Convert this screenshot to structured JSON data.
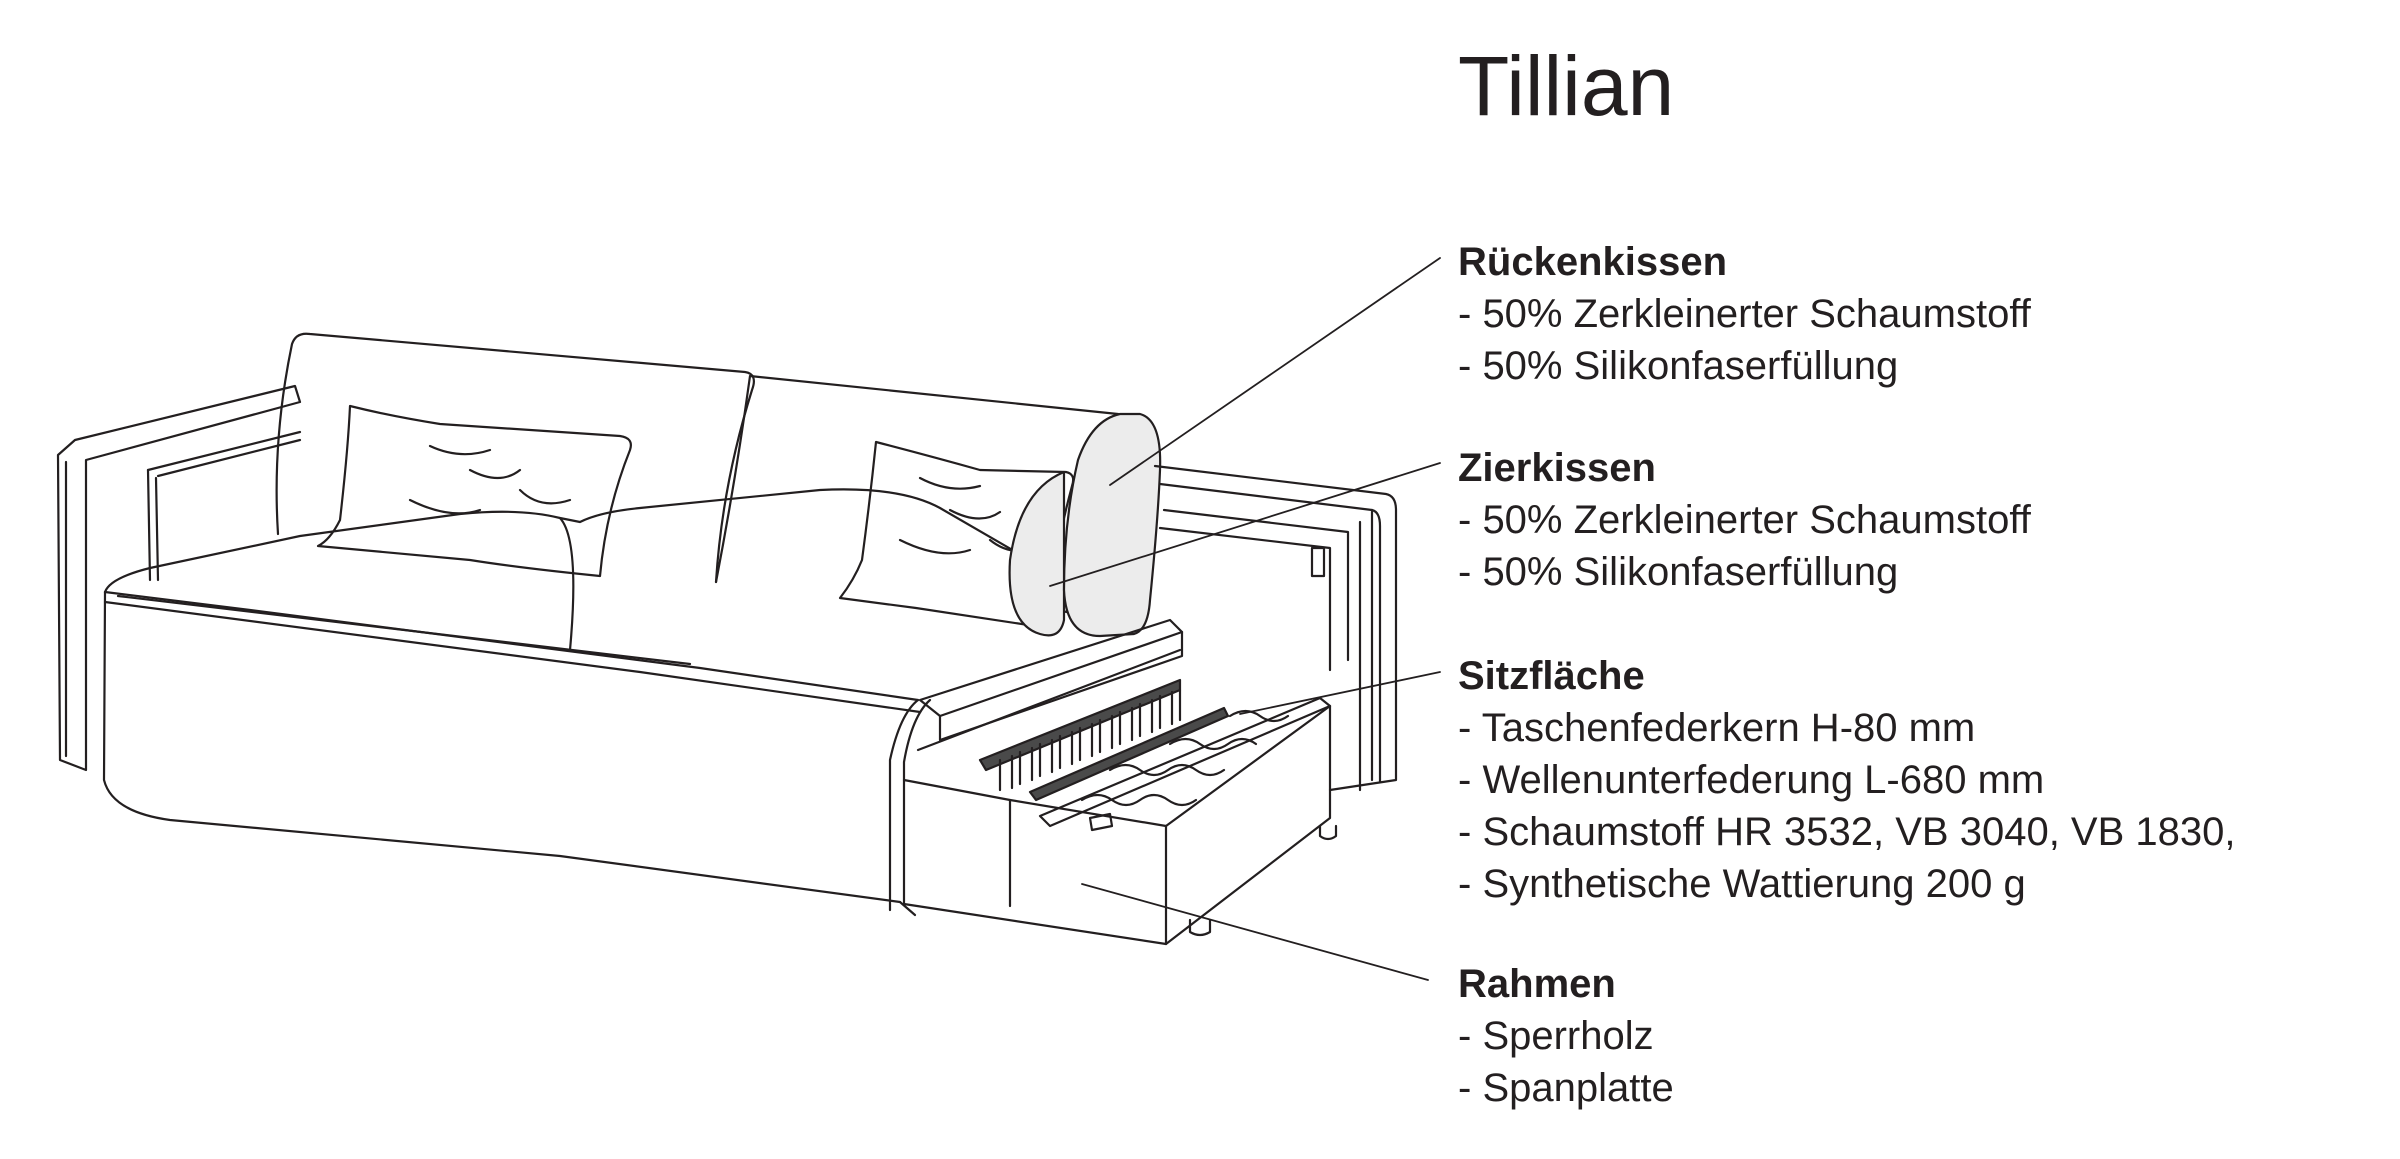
{
  "title": "Tillian",
  "sections": [
    {
      "heading": "Rückenkissen",
      "items": [
        "50% Zerkleinerter Schaumstoff",
        "50% Silikonfaserfüllung"
      ]
    },
    {
      "heading": "Zierkissen",
      "items": [
        "50% Zerkleinerter Schaumstoff",
        "50% Silikonfaserfüllung"
      ]
    },
    {
      "heading": "Sitzfläche",
      "items": [
        "Taschenfederkern H-80 mm",
        "Wellenunterfederung L-680 mm",
        "Schaumstoff HR 3532, VB 3040, VB 1830,",
        "Synthetische Wattierung 200 g"
      ]
    },
    {
      "heading": "Rahmen",
      "items": [
        "Sperrholz",
        "Spanplatte"
      ]
    }
  ],
  "colors": {
    "ink": "#231f20",
    "cushion_fill": "#ececec",
    "spring_fill": "#4a4a4a"
  }
}
